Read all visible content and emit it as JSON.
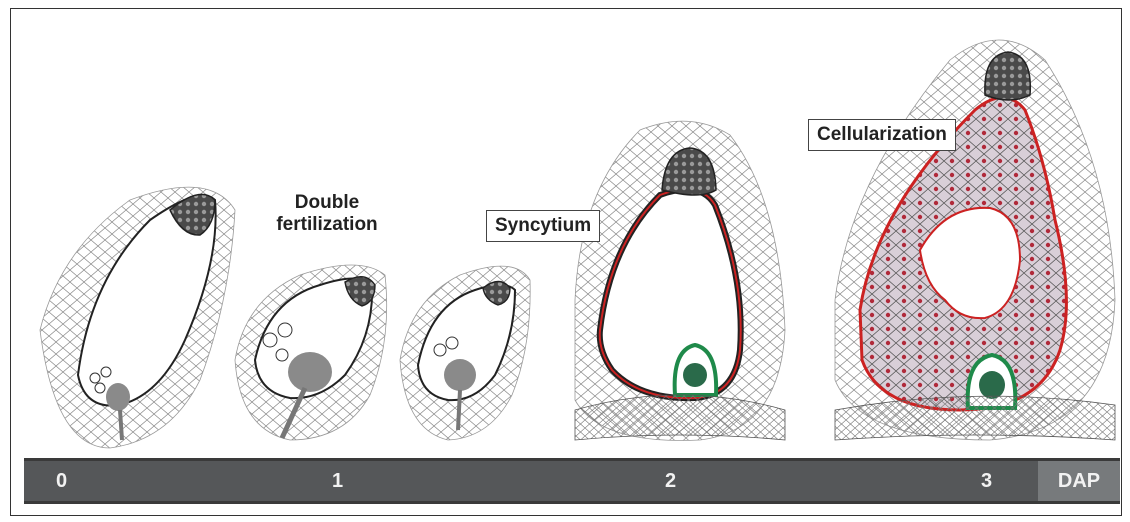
{
  "labels": {
    "double_fertilization_line1": "Double",
    "double_fertilization_line2": "fertilization",
    "syncytium": "Syncytium",
    "cellularization": "Cellularization"
  },
  "timeline": {
    "ticks": [
      "0",
      "1",
      "2",
      "3"
    ],
    "unit": "DAP"
  },
  "colors": {
    "timebar": "#555759",
    "outline_red": "#cc2222",
    "embryo_green": "#1f8a4a"
  }
}
